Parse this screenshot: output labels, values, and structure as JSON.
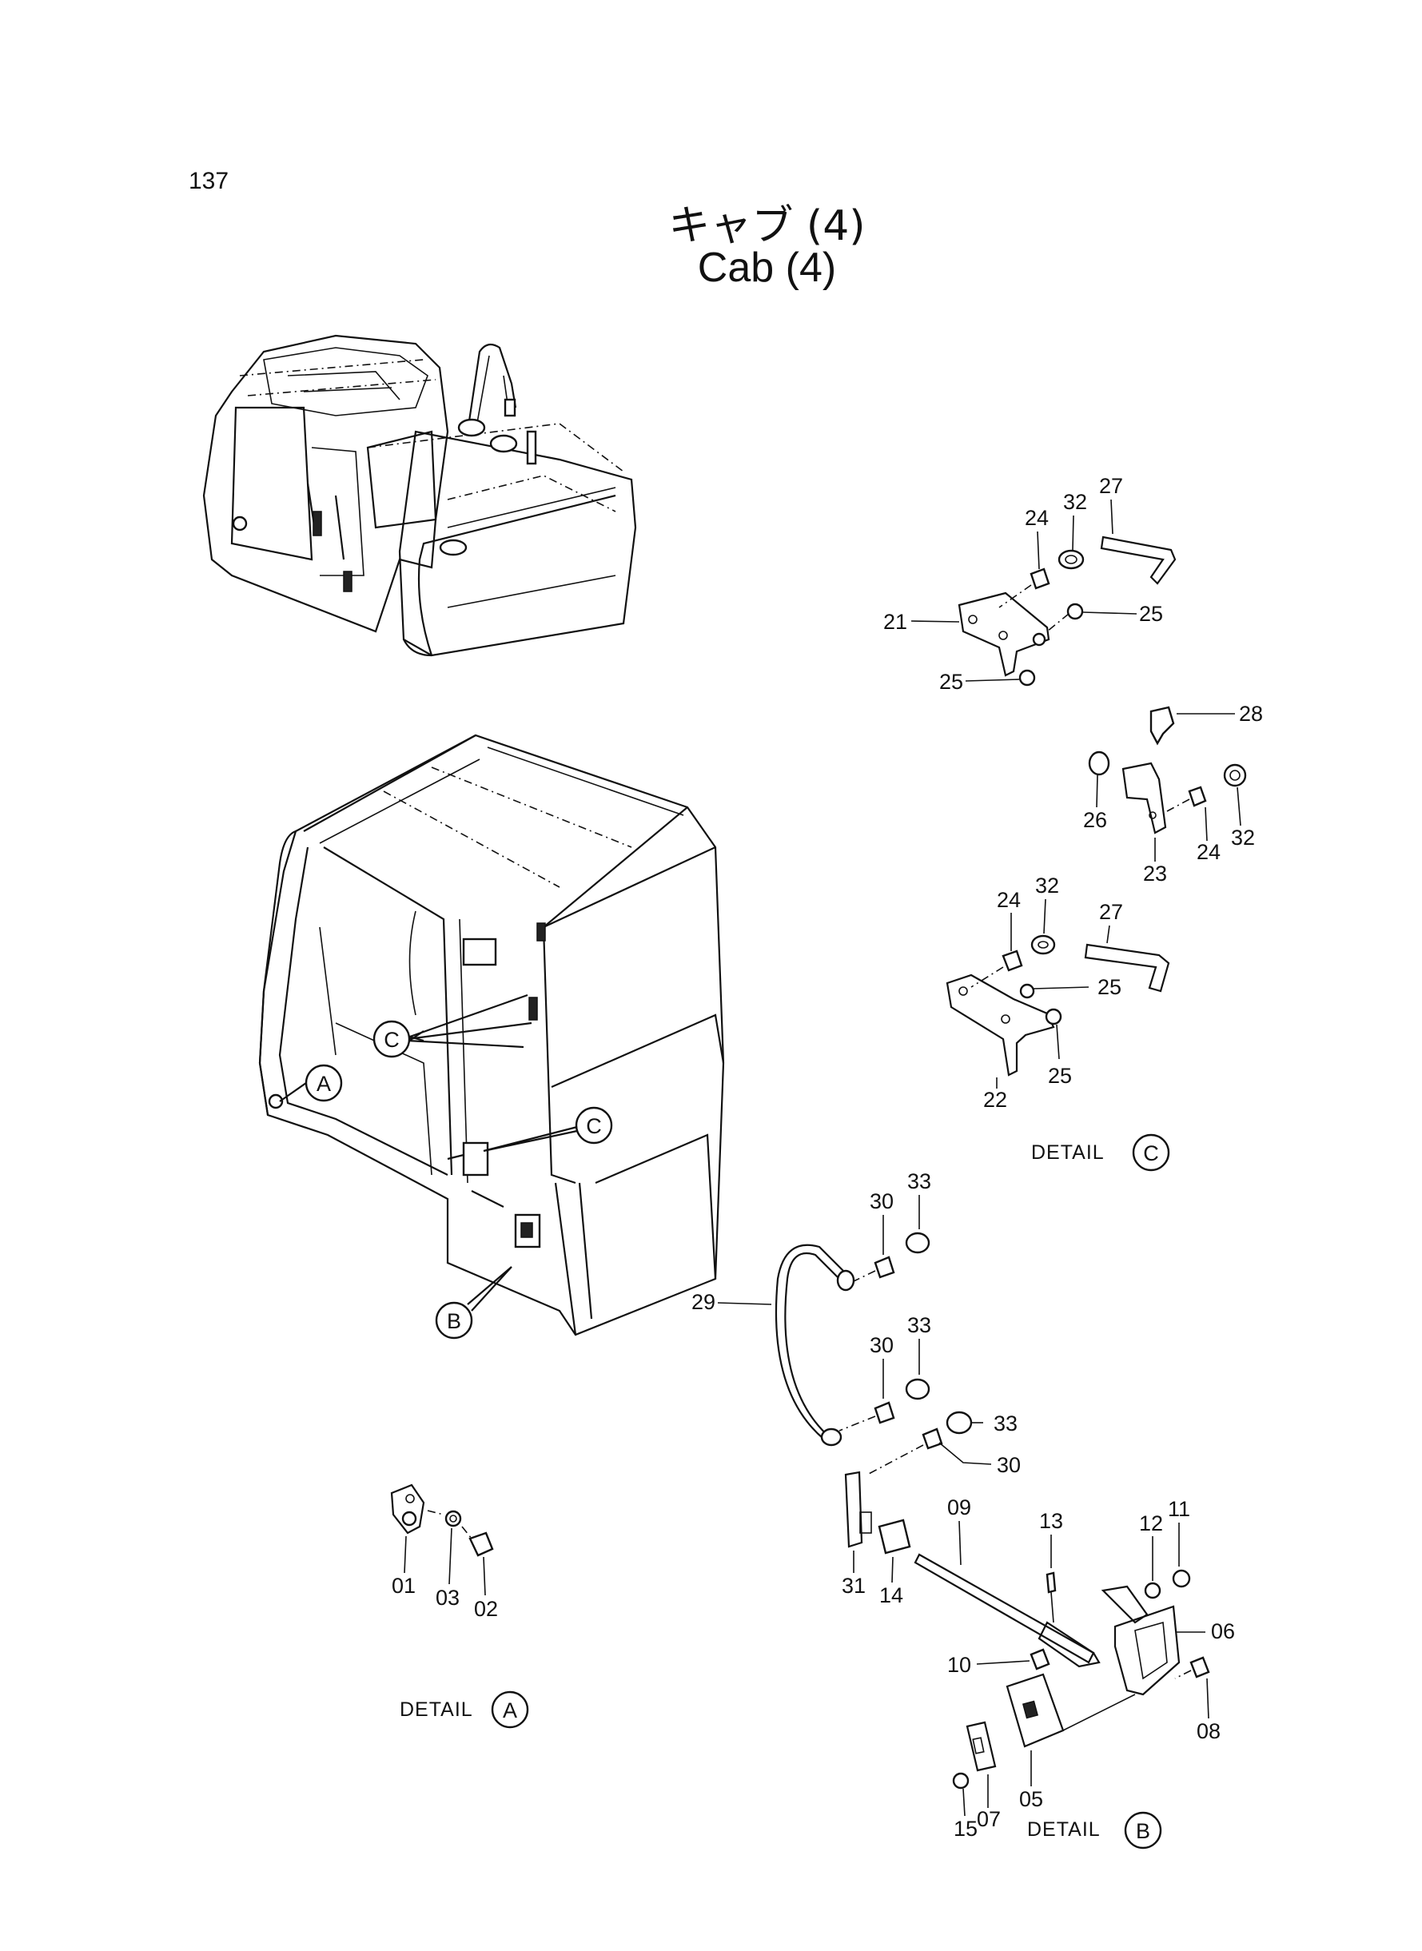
{
  "page_number": "137",
  "title_jp": "キャブ (4)",
  "title_en": "Cab (4)",
  "details": {
    "A": {
      "label": "DETAIL",
      "letter": "A"
    },
    "B": {
      "label": "DETAIL",
      "letter": "B"
    },
    "C": {
      "label": "DETAIL",
      "letter": "C"
    }
  },
  "callouts": {
    "cab_c_top": "C",
    "cab_a": "A",
    "cab_c_mid": "C",
    "cab_b": "B"
  },
  "part_numbers": {
    "c1": {
      "p27": "27",
      "p32": "32",
      "p24": "24",
      "p21": "21",
      "p25a": "25",
      "p25b": "25"
    },
    "c2": {
      "p28": "28",
      "p26": "26",
      "p23": "23",
      "p24": "24",
      "p32": "32"
    },
    "c3": {
      "p24": "24",
      "p32": "32",
      "p27": "27",
      "p25a": "25",
      "p25b": "25",
      "p22": "22"
    },
    "b": {
      "p33a": "33",
      "p30a": "30",
      "p29": "29",
      "p33b": "33",
      "p30b": "30",
      "p33c": "33",
      "p30c": "30",
      "p09": "09",
      "p13": "13",
      "p12": "12",
      "p11": "11",
      "p31": "31",
      "p14": "14",
      "p06": "06",
      "p10": "10",
      "p08": "08",
      "p05": "05",
      "p07": "07",
      "p15": "15"
    },
    "a": {
      "p01": "01",
      "p03": "03",
      "p02": "02"
    }
  }
}
